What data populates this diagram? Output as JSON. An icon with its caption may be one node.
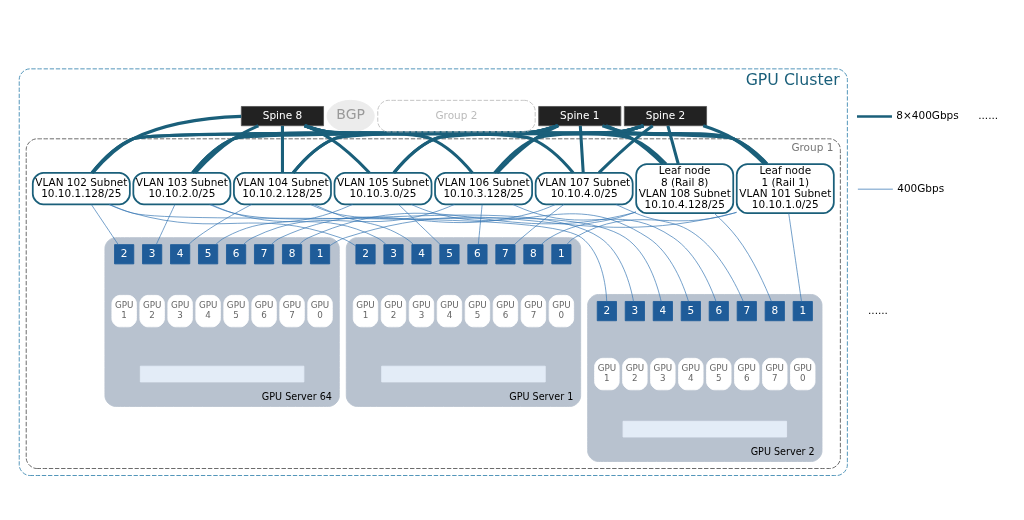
{
  "diagram": {
    "nodes": [
      {
        "text": [
          "GPU Cluster"
        ]
      },
      {
        "text": [
          "Spine 1"
        ],
        "in": 0
      },
      {
        "text": [
          "Spine 2"
        ],
        "in": 0
      },
      {
        "text": [
          "Spine 8"
        ],
        "in": 0
      },
      {
        "text": [
          "BGP"
        ],
        "in": 0
      },
      {
        "text": [
          "Group 2"
        ],
        "in": 0
      },
      {
        "text": [
          "Group 1"
        ],
        "in": 0
      },
      {
        "text": [
          "Leaf node 1 (Rail 1)",
          "VLAN 101 Subnet 10.10.1.0/25"
        ],
        "in": 6
      },
      {
        "text": [
          "VLAN 102 Subnet 10.10.1.128/25"
        ],
        "in": 6
      },
      {
        "text": [
          "VLAN 103 Subnet 10.10.2.0/25"
        ],
        "in": 6
      },
      {
        "text": [
          "VLAN 104 Subnet 10.10.2.128/25"
        ],
        "in": 6
      },
      {
        "text": [
          "VLAN 105 Subnet 10.10.3.0/25"
        ],
        "in": 6
      },
      {
        "text": [
          "VLAN 106 Subnet 10.10.3.128/25"
        ],
        "in": 6
      },
      {
        "text": [
          "VLAN 107 Subnet 10.10.4.0/25"
        ],
        "in": 6
      },
      {
        "text": [
          "Leaf node 8 (Rail 8)",
          "VLAN 108 Subnet 10.10.4.128/25"
        ],
        "in": 6
      },
      {
        "text": [
          "GPU Server 1"
        ],
        "in": 6
      },
      {
        "text": [
          "1"
        ],
        "in": 15
      },
      {
        "text": [
          "2"
        ],
        "in": 15
      },
      {
        "text": [
          "3"
        ],
        "in": 15
      },
      {
        "text": [
          "4"
        ],
        "in": 15
      },
      {
        "text": [
          "5"
        ],
        "in": 15
      },
      {
        "text": [
          "6"
        ],
        "in": 15
      },
      {
        "text": [
          "7"
        ],
        "in": 15
      },
      {
        "text": [
          "8"
        ],
        "in": 15
      },
      {
        "text": [
          "GPU 0"
        ],
        "in": 15
      },
      {
        "text": [
          "GPU 1"
        ],
        "in": 15
      },
      {
        "text": [
          "GPU 2"
        ],
        "in": 15
      },
      {
        "text": [
          "GPU 3"
        ],
        "in": 15
      },
      {
        "text": [
          "GPU 4"
        ],
        "in": 15
      },
      {
        "text": [
          "GPU 5"
        ],
        "in": 15
      },
      {
        "text": [
          "GPU 6"
        ],
        "in": 15
      },
      {
        "text": [
          "GPU 7"
        ],
        "in": 15
      },
      {
        "text": [],
        "shape": "box",
        "in": 15
      },
      {
        "text": [
          "GPU Server 2"
        ],
        "in": 6
      },
      {
        "text": [
          "1"
        ],
        "in": 33
      },
      {
        "text": [
          "2"
        ],
        "in": 33
      },
      {
        "text": [
          "3"
        ],
        "in": 33
      },
      {
        "text": [
          "4"
        ],
        "in": 33
      },
      {
        "text": [
          "5"
        ],
        "in": 33
      },
      {
        "text": [
          "6"
        ],
        "in": 33
      },
      {
        "text": [
          "7"
        ],
        "in": 33
      },
      {
        "text": [
          "8"
        ],
        "in": 33
      },
      {
        "text": [
          "GPU 0"
        ],
        "in": 33
      },
      {
        "text": [
          "GPU 1"
        ],
        "in": 33
      },
      {
        "text": [
          "GPU 2"
        ],
        "in": 33
      },
      {
        "text": [
          "GPU 3"
        ],
        "in": 33
      },
      {
        "text": [
          "GPU 4"
        ],
        "in": 33
      },
      {
        "text": [
          "GPU 5"
        ],
        "in": 33
      },
      {
        "text": [
          "GPU 6"
        ],
        "in": 33
      },
      {
        "text": [
          "GPU 7"
        ],
        "in": 33
      },
      {
        "text": [],
        "shape": "box",
        "in": 33
      },
      {
        "text": [
          "GPU Server 64"
        ],
        "in": 6
      },
      {
        "text": [
          "1"
        ],
        "in": 51
      },
      {
        "text": [
          "2"
        ],
        "in": 51
      },
      {
        "text": [
          "3"
        ],
        "in": 51
      },
      {
        "text": [
          "4"
        ],
        "in": 51
      },
      {
        "text": [
          "5"
        ],
        "in": 51
      },
      {
        "text": [
          "6"
        ],
        "in": 51
      },
      {
        "text": [
          "7"
        ],
        "in": 51
      },
      {
        "text": [
          "8"
        ],
        "in": 51
      },
      {
        "text": [
          "GPU 0"
        ],
        "in": 51
      },
      {
        "text": [
          "GPU 1"
        ],
        "in": 51
      },
      {
        "text": [
          "GPU 2"
        ],
        "in": 51
      },
      {
        "text": [
          "GPU 3"
        ],
        "in": 51
      },
      {
        "text": [
          "GPU 4"
        ],
        "in": 51
      },
      {
        "text": [
          "GPU 5"
        ],
        "in": 51
      },
      {
        "text": [
          "GPU 6"
        ],
        "in": 51
      },
      {
        "text": [
          "GPU 7"
        ],
        "in": 51
      },
      {
        "text": [],
        "shape": "box",
        "in": 51
      }
    ],
    "edges": [
      {
        "from": 1,
        "to": 7,
        "arrow": "none",
        "style": "thick",
        "color": "#1a5f7a"
      },
      {
        "from": 1,
        "to": 8,
        "arrow": "none",
        "style": "thick",
        "color": "#1a5f7a"
      },
      {
        "from": 1,
        "to": 9,
        "arrow": "none",
        "style": "thick",
        "color": "#1a5f7a"
      },
      {
        "from": 1,
        "to": 10,
        "arrow": "none",
        "style": "thick",
        "color": "#1a5f7a"
      },
      {
        "from": 1,
        "to": 11,
        "arrow": "none",
        "style": "thick",
        "color": "#1a5f7a"
      },
      {
        "from": 1,
        "to": 12,
        "arrow": "none",
        "style": "thick",
        "color": "#1a5f7a"
      },
      {
        "from": 1,
        "to": 13,
        "arrow": "none",
        "style": "thick",
        "color": "#1a5f7a"
      },
      {
        "from": 1,
        "to": 14,
        "arrow": "none",
        "style": "thick",
        "color": "#1a5f7a"
      },
      {
        "from": 2,
        "to": 7,
        "arrow": "none",
        "style": "thick",
        "color": "#1a5f7a"
      },
      {
        "from": 2,
        "to": 8,
        "arrow": "none",
        "style": "thick",
        "color": "#1a5f7a"
      },
      {
        "from": 2,
        "to": 9,
        "arrow": "none",
        "style": "thick",
        "color": "#1a5f7a"
      },
      {
        "from": 2,
        "to": 10,
        "arrow": "none",
        "style": "thick",
        "color": "#1a5f7a"
      },
      {
        "from": 2,
        "to": 11,
        "arrow": "none",
        "style": "thick",
        "color": "#1a5f7a"
      },
      {
        "from": 2,
        "to": 12,
        "arrow": "none",
        "style": "thick",
        "color": "#1a5f7a"
      },
      {
        "from": 2,
        "to": 13,
        "arrow": "none",
        "style": "thick",
        "color": "#1a5f7a"
      },
      {
        "from": 2,
        "to": 14,
        "arrow": "none",
        "style": "thick",
        "color": "#1a5f7a"
      },
      {
        "from": 3,
        "to": 7,
        "arrow": "none",
        "style": "thick",
        "color": "#1a5f7a"
      },
      {
        "from": 3,
        "to": 8,
        "arrow": "none",
        "style": "thick",
        "color": "#1a5f7a"
      },
      {
        "from": 3,
        "to": 9,
        "arrow": "none",
        "style": "thick",
        "color": "#1a5f7a"
      },
      {
        "from": 3,
        "to": 10,
        "arrow": "none",
        "style": "thick",
        "color": "#1a5f7a"
      },
      {
        "from": 3,
        "to": 11,
        "arrow": "none",
        "style": "thick",
        "color": "#1a5f7a"
      },
      {
        "from": 3,
        "to": 12,
        "arrow": "none",
        "style": "thick",
        "color": "#1a5f7a"
      },
      {
        "from": 3,
        "to": 13,
        "arrow": "none",
        "style": "thick",
        "color": "#1a5f7a"
      },
      {
        "from": 3,
        "to": 14,
        "arrow": "none",
        "style": "thick",
        "color": "#1a5f7a"
      },
      {
        "from": 7,
        "to": 16,
        "arrow": "none"
      },
      {
        "from": 7,
        "to": 34,
        "arrow": "none"
      },
      {
        "from": 7,
        "to": 52,
        "arrow": "none"
      },
      {
        "from": 8,
        "to": 17,
        "arrow": "none"
      },
      {
        "from": 8,
        "to": 35,
        "arrow": "none"
      },
      {
        "from": 8,
        "to": 53,
        "arrow": "none"
      },
      {
        "from": 9,
        "to": 18,
        "arrow": "none"
      },
      {
        "from": 9,
        "to": 36,
        "arrow": "none"
      },
      {
        "from": 9,
        "to": 54,
        "arrow": "none"
      },
      {
        "from": 10,
        "to": 19,
        "arrow": "none"
      },
      {
        "from": 10,
        "to": 37,
        "arrow": "none"
      },
      {
        "from": 10,
        "to": 55,
        "arrow": "none"
      },
      {
        "from": 11,
        "to": 20,
        "arrow": "none"
      },
      {
        "from": 11,
        "to": 38,
        "arrow": "none"
      },
      {
        "from": 11,
        "to": 56,
        "arrow": "none"
      },
      {
        "from": 12,
        "to": 21,
        "arrow": "none"
      },
      {
        "from": 12,
        "to": 39,
        "arrow": "none"
      },
      {
        "from": 12,
        "to": 57,
        "arrow": "none"
      },
      {
        "from": 13,
        "to": 22,
        "arrow": "none"
      },
      {
        "from": 13,
        "to": 40,
        "arrow": "none"
      },
      {
        "from": 13,
        "to": 58,
        "arrow": "none"
      },
      {
        "from": 14,
        "to": 23,
        "arrow": "none"
      },
      {
        "from": 14,
        "to": 41,
        "arrow": "none"
      },
      {
        "from": 14,
        "to": 59,
        "arrow": "none"
      }
    ],
    "labels": [
      "......",
      "......"
    ],
    "legend": [
      {
        "text": "8×400Gbps"
      },
      {
        "text": "400Gbps"
      }
    ]
  }
}
